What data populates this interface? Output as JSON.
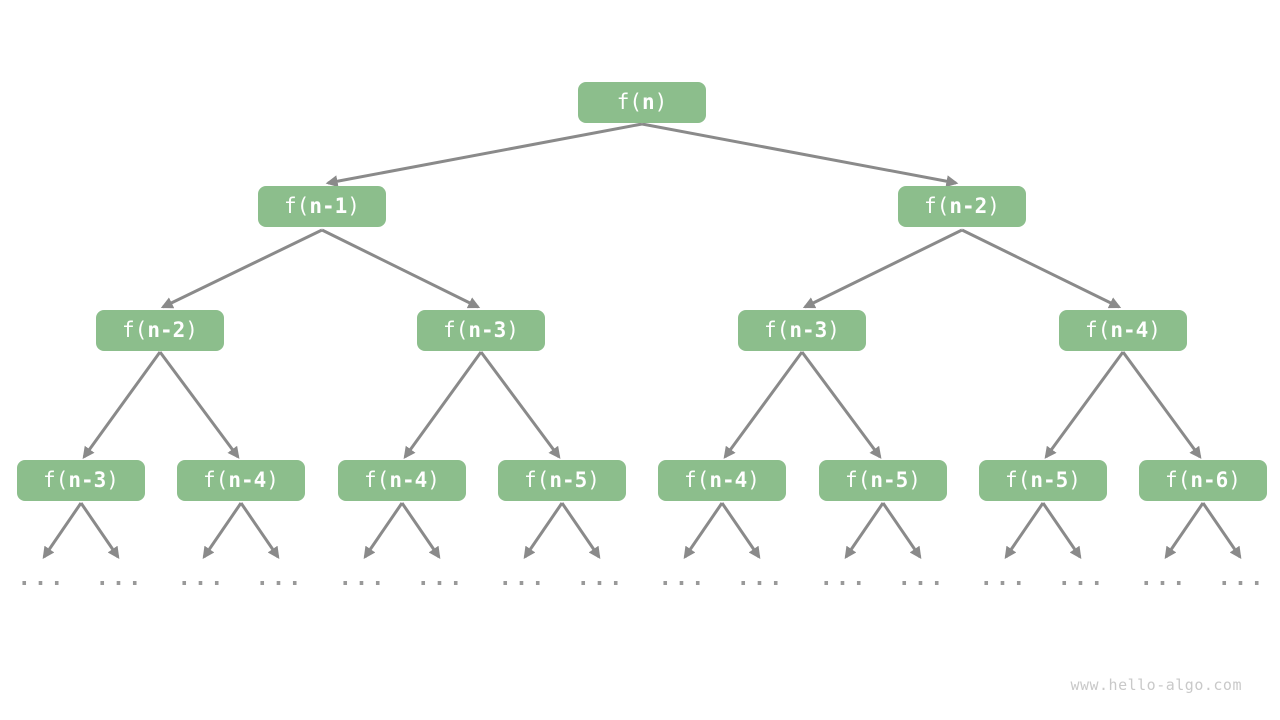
{
  "colors": {
    "node_fill": "#8cbe8c",
    "node_text": "#ffffff",
    "arrow": "#8a8a8a",
    "dots": "#999999",
    "watermark": "#c9c9c9",
    "background": "#ffffff"
  },
  "nodes": [
    {
      "pre": "f(",
      "arg": "n",
      "post": ")"
    },
    {
      "pre": "f(",
      "arg": "n-1",
      "post": ")"
    },
    {
      "pre": "f(",
      "arg": "n-2",
      "post": ")"
    },
    {
      "pre": "f(",
      "arg": "n-2",
      "post": ")"
    },
    {
      "pre": "f(",
      "arg": "n-3",
      "post": ")"
    },
    {
      "pre": "f(",
      "arg": "n-3",
      "post": ")"
    },
    {
      "pre": "f(",
      "arg": "n-4",
      "post": ")"
    },
    {
      "pre": "f(",
      "arg": "n-3",
      "post": ")"
    },
    {
      "pre": "f(",
      "arg": "n-4",
      "post": ")"
    },
    {
      "pre": "f(",
      "arg": "n-4",
      "post": ")"
    },
    {
      "pre": "f(",
      "arg": "n-5",
      "post": ")"
    },
    {
      "pre": "f(",
      "arg": "n-4",
      "post": ")"
    },
    {
      "pre": "f(",
      "arg": "n-5",
      "post": ")"
    },
    {
      "pre": "f(",
      "arg": "n-5",
      "post": ")"
    },
    {
      "pre": "f(",
      "arg": "n-6",
      "post": ")"
    }
  ],
  "dots": {
    "text": "..."
  },
  "watermark": {
    "text": "www.hello-algo.com"
  }
}
